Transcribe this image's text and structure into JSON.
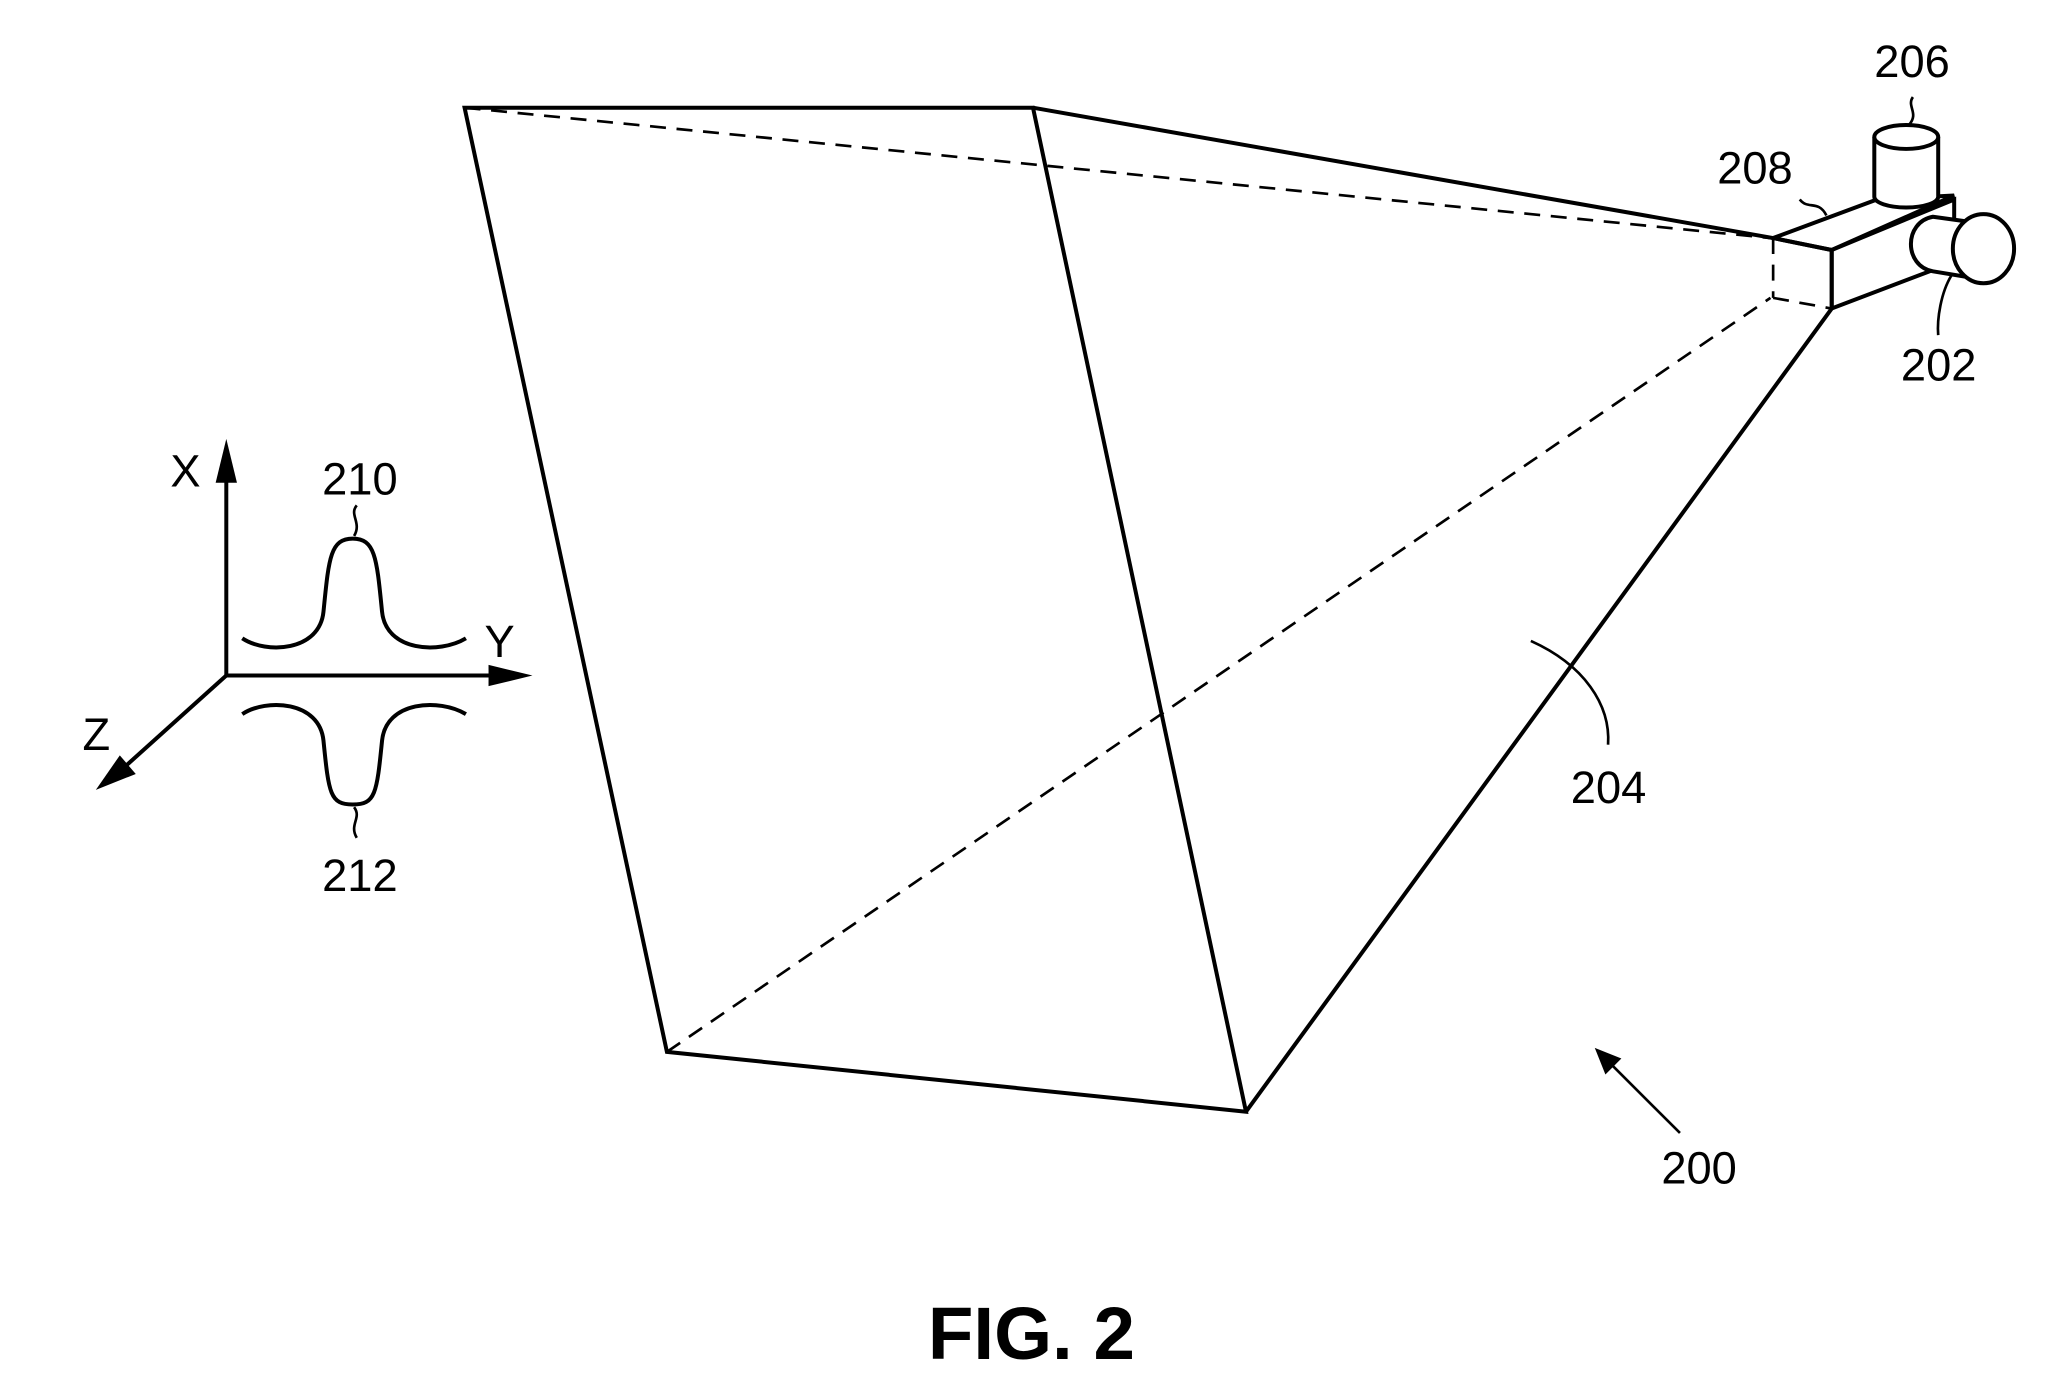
{
  "figure": {
    "title": "FIG. 2",
    "axes": {
      "x": "X",
      "y": "Y",
      "z": "Z"
    },
    "labels": {
      "system": "200",
      "camera": "202",
      "field_of_view": "204",
      "sensor": "206",
      "housing": "208",
      "pattern_positive": "210",
      "pattern_negative": "212"
    }
  }
}
